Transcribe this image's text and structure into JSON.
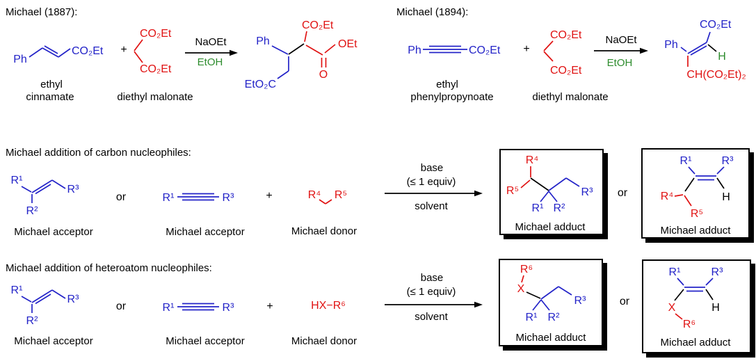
{
  "colors": {
    "acceptor_blue": "#2323c8",
    "donor_red": "#e01212",
    "reagent_green": "#2d8c2d",
    "ink": "#000000"
  },
  "r1887": {
    "title": "Michael (1887):",
    "plus": "+",
    "cond_top": "NaOEt",
    "cond_bottom": "EtOH",
    "cinnamate": {
      "ph": "Ph",
      "ester": "CO₂Et",
      "name1": "ethyl",
      "name2": "cinnamate"
    },
    "malonate": {
      "ester_top": "CO₂Et",
      "ester_bottom": "CO₂Et",
      "name": "diethyl malonate"
    },
    "product": {
      "ph": "Ph",
      "ester_top": "CO₂Et",
      "oet": "OEt",
      "carbonyl_o": "O",
      "ester_left": "EtO₂C"
    }
  },
  "r1894": {
    "title": "Michael (1894):",
    "plus": "+",
    "cond_top": "NaOEt",
    "cond_bottom": "EtOH",
    "alkyne": {
      "ph": "Ph",
      "ester": "CO₂Et",
      "name1": "ethyl",
      "name2": "phenylpropynoate"
    },
    "malonate": {
      "ester_top": "CO₂Et",
      "ester_bottom": "CO₂Et",
      "name": "diethyl malonate"
    },
    "product": {
      "ph": "Ph",
      "ester": "CO₂Et",
      "h": "H",
      "malonyl": "CH(CO₂Et)₂"
    }
  },
  "carbon": {
    "heading": "Michael addition of carbon nucleophiles:",
    "or": "or",
    "plus": "+",
    "acceptor_label": "Michael acceptor",
    "donor_label": "Michael donor",
    "adduct_label": "Michael adduct",
    "alkene": {
      "r1": "R¹",
      "r2": "R²",
      "r3": "R³"
    },
    "alkyne": {
      "r1": "R¹",
      "r3": "R³"
    },
    "donor": {
      "r4": "R⁴",
      "r5": "R⁵"
    },
    "conditions": {
      "line1": "base",
      "line2": "(≤ 1 equiv)",
      "line3": "solvent"
    },
    "adduct1": {
      "r1": "R¹",
      "r2": "R²",
      "r3": "R³",
      "r4": "R⁴",
      "r5": "R⁵"
    },
    "adduct2": {
      "r1": "R¹",
      "r3": "R³",
      "r4": "R⁴",
      "r5": "R⁵",
      "h": "H"
    }
  },
  "hetero": {
    "heading": "Michael addition of heteroatom nucleophiles:",
    "or": "or",
    "plus": "+",
    "acceptor_label": "Michael acceptor",
    "donor_label": "Michael donor",
    "adduct_label": "Michael adduct",
    "alkene": {
      "r1": "R¹",
      "r2": "R²",
      "r3": "R³"
    },
    "alkyne": {
      "r1": "R¹",
      "r3": "R³"
    },
    "donor": {
      "hx_r6": "HX−R⁶"
    },
    "conditions": {
      "line1": "base",
      "line2": "(≤ 1 equiv)",
      "line3": "solvent"
    },
    "adduct1": {
      "r6": "R⁶",
      "x": "X",
      "r1": "R¹",
      "r2": "R²",
      "r3": "R³"
    },
    "adduct2": {
      "r1": "R¹",
      "r3": "R³",
      "x": "X",
      "h": "H",
      "r6": "R⁶"
    }
  }
}
